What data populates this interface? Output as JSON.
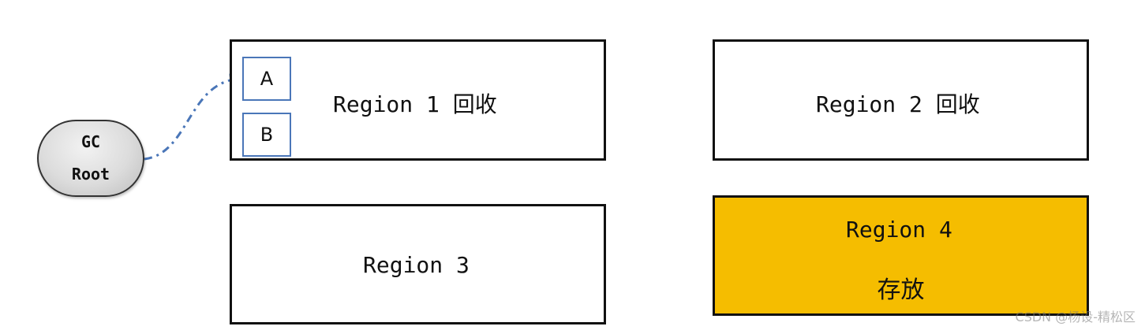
{
  "gc_root": {
    "line1": "GC",
    "line2": "Root"
  },
  "objects": {
    "a": "A",
    "b": "B"
  },
  "regions": [
    {
      "label": "Region 1 回收"
    },
    {
      "label": "Region 2 回收"
    },
    {
      "label": "Region 3"
    },
    {
      "label": "Region 4",
      "sublabel": "存放",
      "fill": "#f5bd00"
    }
  ],
  "colors": {
    "arrow": "#4a76b8",
    "border": "#111111",
    "highlight": "#f5bd00"
  },
  "watermark": "CSDN @杨设-精松区"
}
